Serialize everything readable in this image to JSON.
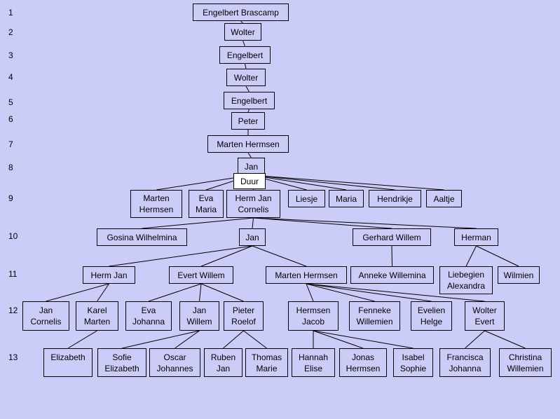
{
  "generations": [
    "1",
    "2",
    "3",
    "4",
    "5",
    "6",
    "7",
    "8",
    "9",
    "10",
    "11",
    "12",
    "13"
  ],
  "persons": {
    "engelbert_brascamp": "Engelbert Brascamp",
    "wolter_g2": "Wolter",
    "engelbert_g3": "Engelbert",
    "wolter_g4": "Wolter",
    "engelbert_g5": "Engelbert",
    "peter": "Peter",
    "marten_hermsen_g7": "Marten Hermsen",
    "jan_g8": "Jan",
    "marten_hermsen_g9": "Marten\nHermsen",
    "eva_maria": "Eva\nMaria",
    "herm_jan_cornelis": "Herm Jan\nCornelis",
    "liesje": "Liesje",
    "maria": "Maria",
    "hendrikje": "Hendrikje",
    "aaltje": "Aaltje",
    "gosina_wilhelmina": "Gosina Wilhelmina",
    "jan_g10": "Jan",
    "gerhard_willem": "Gerhard Willem",
    "herman": "Herman",
    "herm_jan_g11": "Herm Jan",
    "evert_willem": "Evert Willem",
    "marten_hermsen_g11": "Marten Hermsen",
    "anneke_willemina": "Anneke Willemina",
    "liebegien_alexandra": "Liebegien\nAlexandra",
    "wilmien": "Wilmien",
    "jan_cornelis": "Jan\nCornelis",
    "karel_marten": "Karel\nMarten",
    "eva_johanna": "Eva\nJohanna",
    "jan_willem": "Jan\nWillem",
    "pieter_roelof": "Pieter\nRoelof",
    "hermsen_jacob": "Hermsen\nJacob",
    "fenneke_willemien": "Fenneke\nWillemien",
    "evelien_helge": "Evelien\nHelge",
    "wolter_evert": "Wolter\nEvert",
    "elizabeth": "Elizabeth",
    "sofie_elizabeth": "Sofie\nElizabeth",
    "oscar_johannes": "Oscar\nJohannes",
    "ruben_jan": "Ruben\nJan",
    "thomas_marie": "Thomas\nMarie",
    "hannah_elise": "Hannah\nElise",
    "jonas_hermsen": "Jonas\nHermsen",
    "isabel_sophie": "Isabel\nSophie",
    "francisca_johanna": "Francisca\nJohanna",
    "christina_willemien": "Christina\nWillemien"
  },
  "tooltip": "Duur",
  "links": [
    [
      "engelbert_brascamp",
      "wolter_g2"
    ],
    [
      "wolter_g2",
      "engelbert_g3"
    ],
    [
      "engelbert_g3",
      "wolter_g4"
    ],
    [
      "wolter_g4",
      "engelbert_g5"
    ],
    [
      "engelbert_g5",
      "peter"
    ],
    [
      "peter",
      "marten_hermsen_g7"
    ],
    [
      "marten_hermsen_g7",
      "jan_g8"
    ],
    [
      "jan_g8",
      "marten_hermsen_g9"
    ],
    [
      "jan_g8",
      "eva_maria"
    ],
    [
      "jan_g8",
      "herm_jan_cornelis"
    ],
    [
      "jan_g8",
      "liesje"
    ],
    [
      "jan_g8",
      "maria"
    ],
    [
      "jan_g8",
      "hendrikje"
    ],
    [
      "jan_g8",
      "aaltje"
    ],
    [
      "herm_jan_cornelis",
      "gosina_wilhelmina"
    ],
    [
      "herm_jan_cornelis",
      "jan_g10"
    ],
    [
      "herm_jan_cornelis",
      "gerhard_willem"
    ],
    [
      "herm_jan_cornelis",
      "herman"
    ],
    [
      "jan_g10",
      "herm_jan_g11"
    ],
    [
      "jan_g10",
      "evert_willem"
    ],
    [
      "jan_g10",
      "marten_hermsen_g11"
    ],
    [
      "gerhard_willem",
      "anneke_willemina"
    ],
    [
      "herman",
      "liebegien_alexandra"
    ],
    [
      "herman",
      "wilmien"
    ],
    [
      "herm_jan_g11",
      "jan_cornelis"
    ],
    [
      "herm_jan_g11",
      "karel_marten"
    ],
    [
      "evert_willem",
      "eva_johanna"
    ],
    [
      "evert_willem",
      "jan_willem"
    ],
    [
      "evert_willem",
      "pieter_roelof"
    ],
    [
      "marten_hermsen_g11",
      "hermsen_jacob"
    ],
    [
      "marten_hermsen_g11",
      "fenneke_willemien"
    ],
    [
      "marten_hermsen_g11",
      "evelien_helge"
    ],
    [
      "marten_hermsen_g11",
      "wolter_evert"
    ],
    [
      "karel_marten",
      "elizabeth"
    ],
    [
      "jan_willem",
      "sofie_elizabeth"
    ],
    [
      "jan_willem",
      "oscar_johannes"
    ],
    [
      "pieter_roelof",
      "ruben_jan"
    ],
    [
      "pieter_roelof",
      "thomas_marie"
    ],
    [
      "hermsen_jacob",
      "hannah_elise"
    ],
    [
      "hermsen_jacob",
      "jonas_hermsen"
    ],
    [
      "hermsen_jacob",
      "isabel_sophie"
    ],
    [
      "wolter_evert",
      "francisca_johanna"
    ],
    [
      "wolter_evert",
      "christina_willemien"
    ]
  ]
}
